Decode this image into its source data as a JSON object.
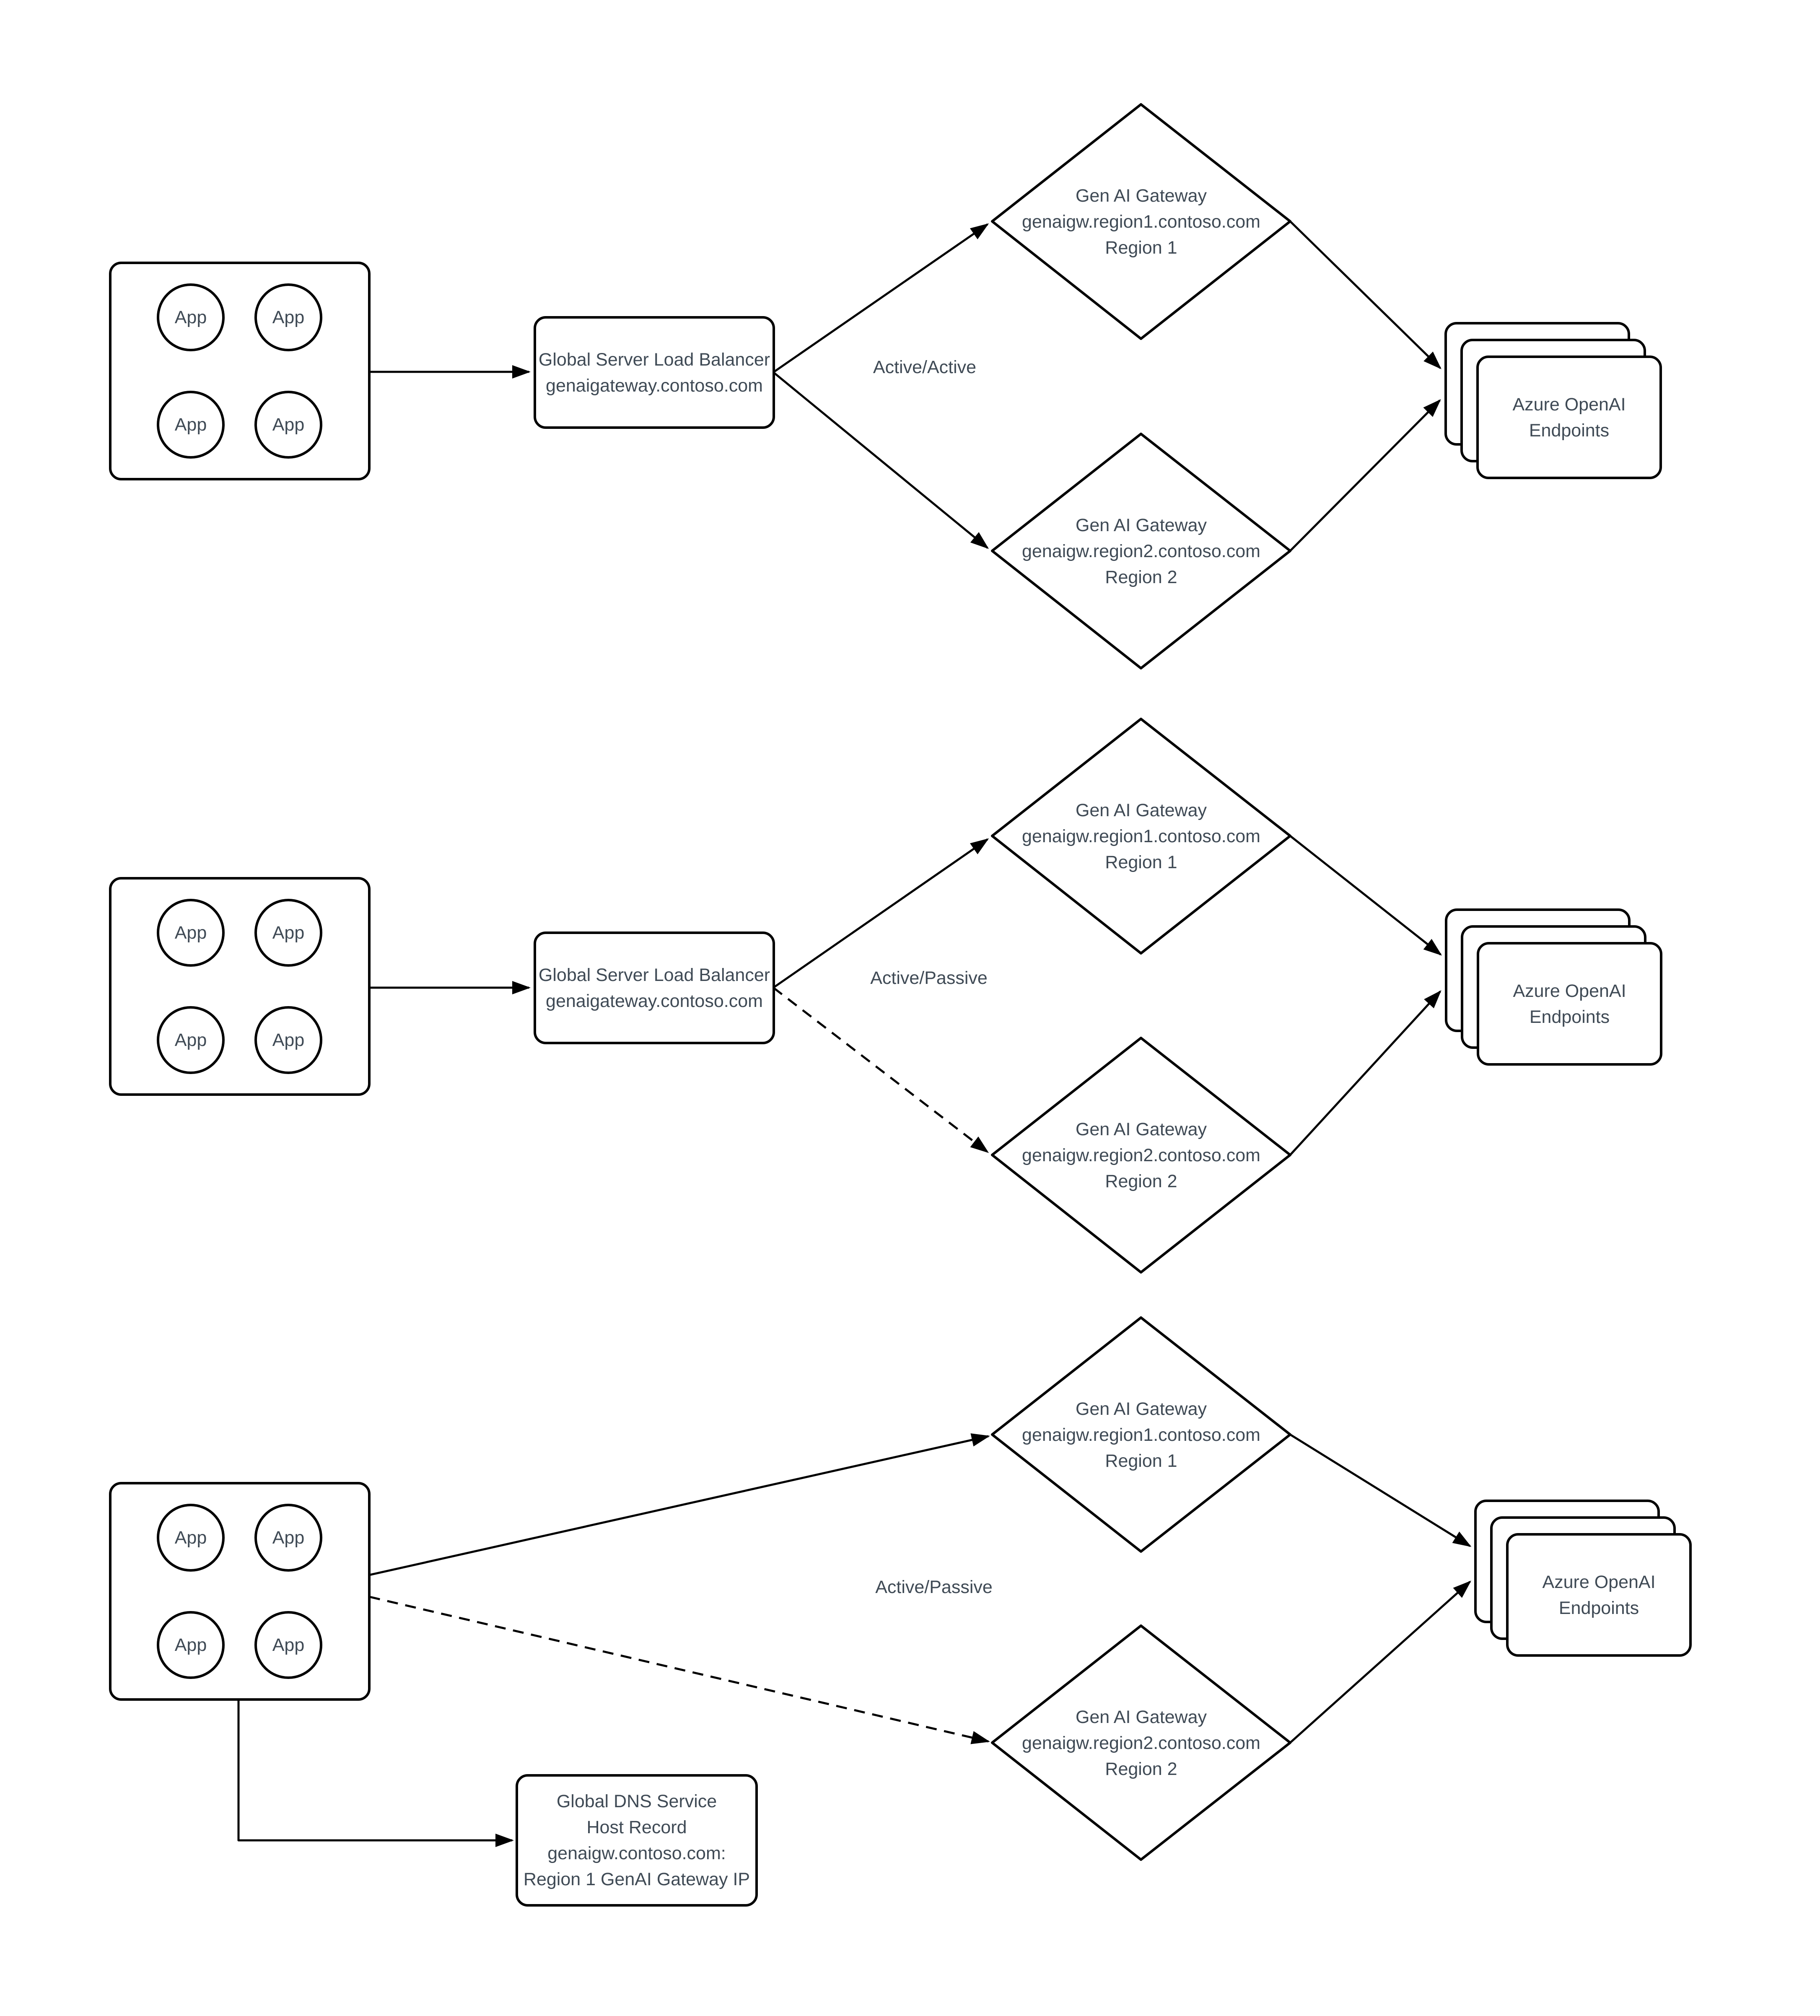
{
  "colors": {
    "background": "#ffffff",
    "line": "#000000",
    "text": "#3f4a55"
  },
  "sections": [
    {
      "id": "active-active",
      "mode_label": "Active/Active",
      "apps": {
        "instances": [
          "App",
          "App",
          "App",
          "App"
        ]
      },
      "load_balancer": {
        "line1": "Global Server Load Balancer",
        "line2": "genaigateway.contoso.com"
      },
      "gateway_region1": {
        "line1": "Gen AI Gateway",
        "line2": "genaigw.region1.contoso.com",
        "line3": "Region 1"
      },
      "gateway_region2": {
        "line1": "Gen AI Gateway",
        "line2": "genaigw.region2.contoso.com",
        "line3": "Region 2"
      },
      "endpoints": {
        "line1": "Azure OpenAI",
        "line2": "Endpoints"
      }
    },
    {
      "id": "active-passive-gslb",
      "mode_label": "Active/Passive",
      "apps": {
        "instances": [
          "App",
          "App",
          "App",
          "App"
        ]
      },
      "load_balancer": {
        "line1": "Global Server Load Balancer",
        "line2": "genaigateway.contoso.com"
      },
      "gateway_region1": {
        "line1": "Gen AI Gateway",
        "line2": "genaigw.region1.contoso.com",
        "line3": "Region 1"
      },
      "gateway_region2": {
        "line1": "Gen AI Gateway",
        "line2": "genaigw.region2.contoso.com",
        "line3": "Region 2"
      },
      "endpoints": {
        "line1": "Azure OpenAI",
        "line2": "Endpoints"
      }
    },
    {
      "id": "active-passive-dns",
      "mode_label": "Active/Passive",
      "apps": {
        "instances": [
          "App",
          "App",
          "App",
          "App"
        ]
      },
      "gateway_region1": {
        "line1": "Gen AI Gateway",
        "line2": "genaigw.region1.contoso.com",
        "line3": "Region 1"
      },
      "gateway_region2": {
        "line1": "Gen AI Gateway",
        "line2": "genaigw.region2.contoso.com",
        "line3": "Region 2"
      },
      "endpoints": {
        "line1": "Azure OpenAI",
        "line2": "Endpoints"
      },
      "dns": {
        "line1": "Global DNS Service",
        "line2": "Host Record",
        "line3": "genaigw.contoso.com:",
        "line4": "Region 1 GenAI Gateway IP"
      }
    }
  ]
}
